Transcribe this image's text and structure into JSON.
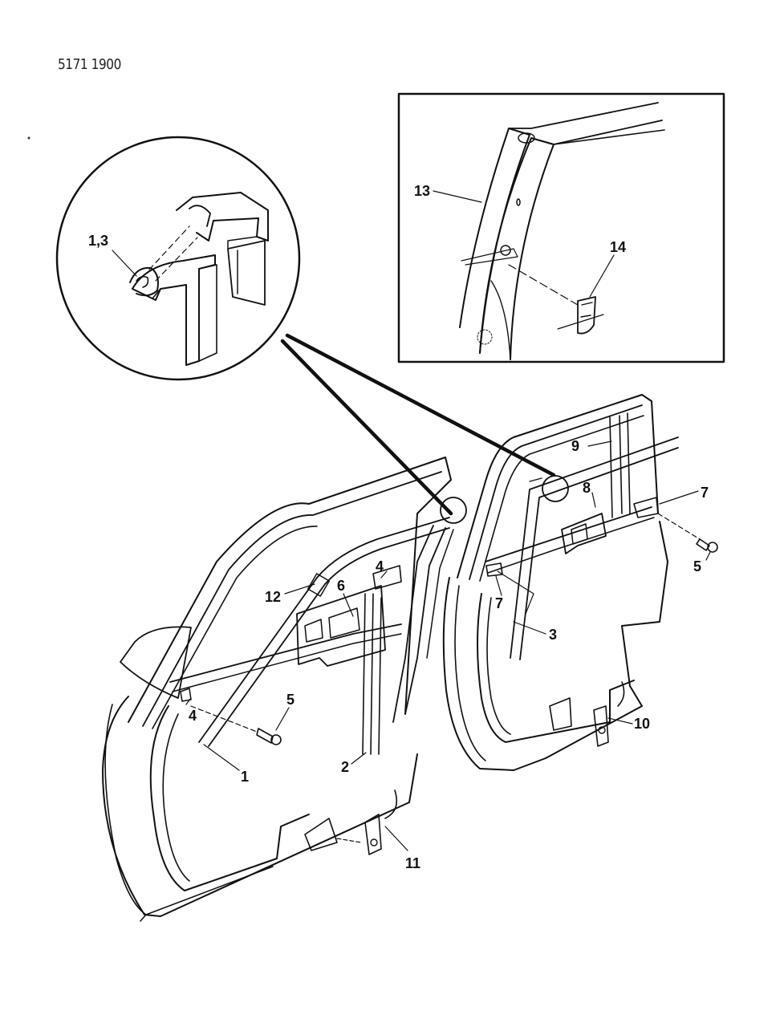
{
  "drawing_code": "5171 1900",
  "callouts": {
    "c13": "13",
    "c14": "14",
    "c1_3": "1,3",
    "c9": "9",
    "c8": "8",
    "c7a": "7",
    "c7b": "7",
    "c5a": "5",
    "c3": "3",
    "c4a": "4",
    "c6": "6",
    "c12": "12",
    "c4b": "4",
    "c5b": "5",
    "c1": "1",
    "c2": "2",
    "c10": "10",
    "c11": "11"
  }
}
